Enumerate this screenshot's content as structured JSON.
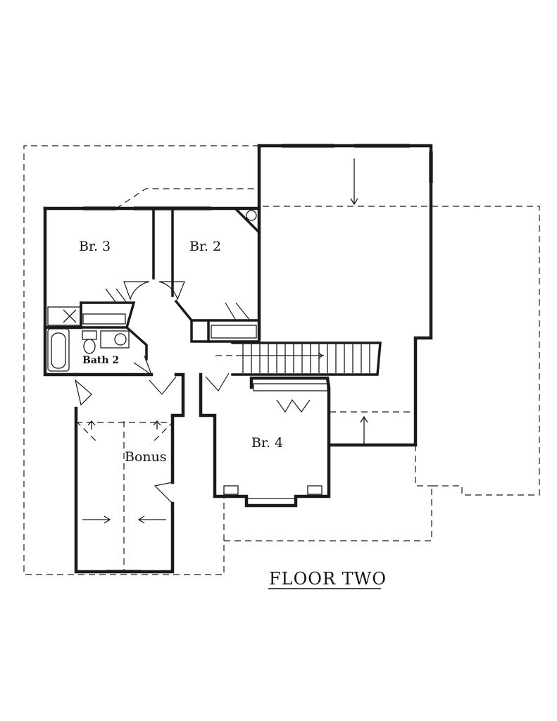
{
  "title": "FLOOR TWO",
  "rooms": {
    "br3": "Br. 3",
    "br2": "Br. 2",
    "br4": "Br. 4",
    "bath2": "Bath 2",
    "bonus": "Bonus"
  },
  "colors": {
    "ink": "#1a1a1a",
    "paper": "#ffffff"
  }
}
